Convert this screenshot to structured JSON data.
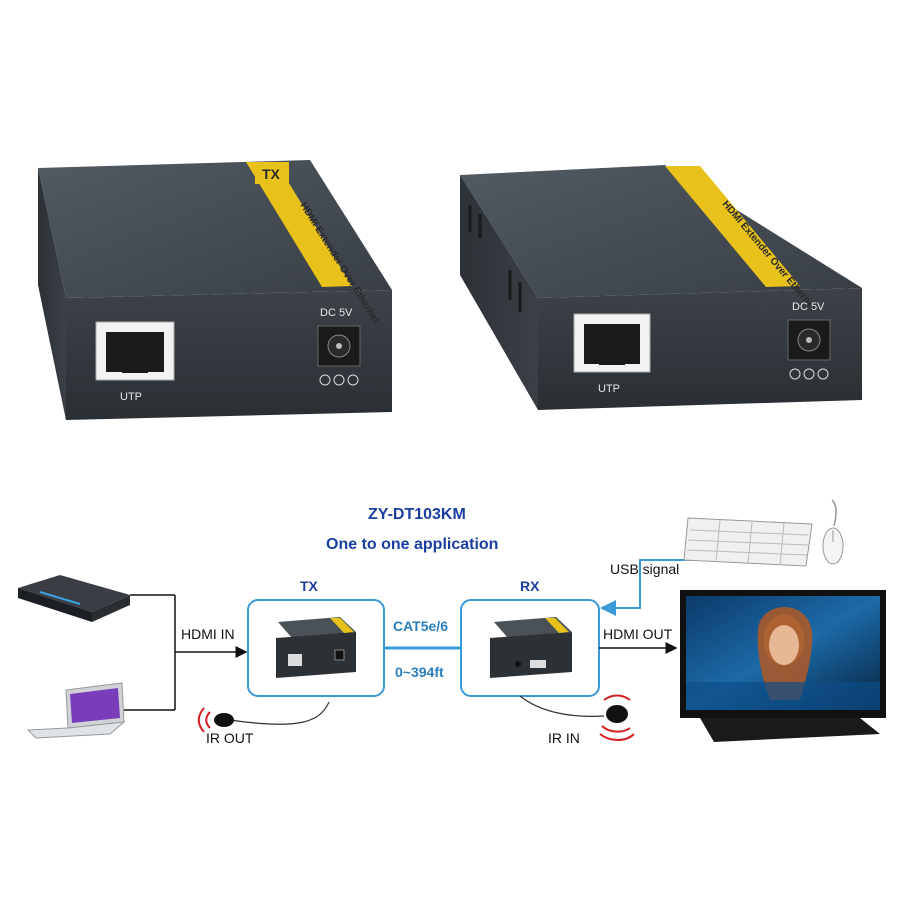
{
  "photo": {
    "units": [
      {
        "port_label": "UTP",
        "power_label": "DC 5V",
        "cover_label": "HDMI Extender Over Ethernet"
      },
      {
        "port_label": "UTP",
        "power_label": "DC 5V",
        "cover_label": "HDMI Extender Over Ethernet"
      }
    ],
    "cover_badge": "TX"
  },
  "diagram": {
    "model": "ZY-DT103KM",
    "subtitle": "One to one application",
    "tx_label": "TX",
    "rx_label": "RX",
    "cable_type": "CAT5e/6",
    "cable_distance": "0~394ft",
    "hdmi_in": "HDMI IN",
    "hdmi_out": "HDMI OUT",
    "usb_signal": "USB signal",
    "ir_out": "IR OUT",
    "ir_in": "IR IN"
  },
  "colors": {
    "box_border": "#3a9ad9",
    "title": "#1a3fa0",
    "cable": "#2a7fc0",
    "usb_line": "#3a9ad9",
    "ir_red": "#d42020",
    "unit_body": "#3a4046",
    "label_gold": "#e8c21a"
  }
}
